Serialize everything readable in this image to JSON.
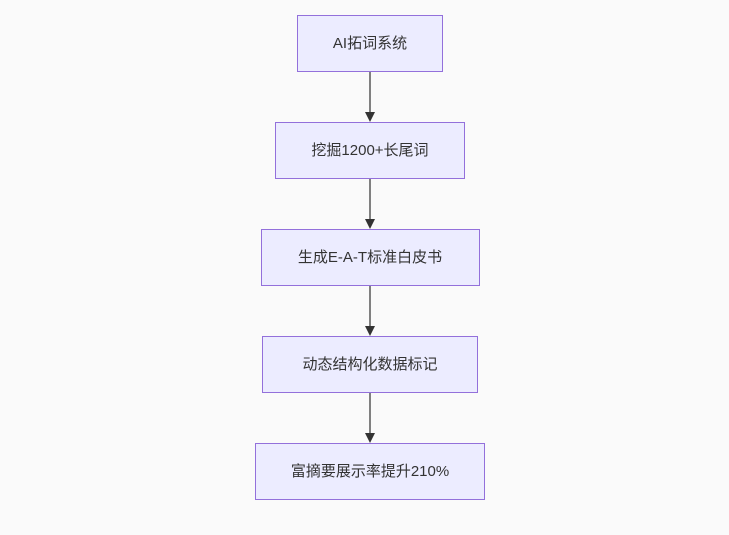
{
  "diagram": {
    "type": "flowchart-top-down",
    "nodes": [
      {
        "id": "step-1",
        "label": "AI拓词系统"
      },
      {
        "id": "step-2",
        "label": "挖掘1200+长尾词"
      },
      {
        "id": "step-3",
        "label": "生成E-A-T标准白皮书"
      },
      {
        "id": "step-4",
        "label": "动态结构化数据标记"
      },
      {
        "id": "step-5",
        "label": "富摘要展示率提升210%"
      }
    ],
    "edges": [
      {
        "from": "step-1",
        "to": "step-2"
      },
      {
        "from": "step-2",
        "to": "step-3"
      },
      {
        "from": "step-3",
        "to": "step-4"
      },
      {
        "from": "step-4",
        "to": "step-5"
      }
    ],
    "colors": {
      "background": "#FAFAFA",
      "node_fill": "#ECECFF",
      "node_border": "#9370DB",
      "text": "#333333",
      "edge_line": "#808080",
      "arrowhead": "#333333"
    }
  }
}
